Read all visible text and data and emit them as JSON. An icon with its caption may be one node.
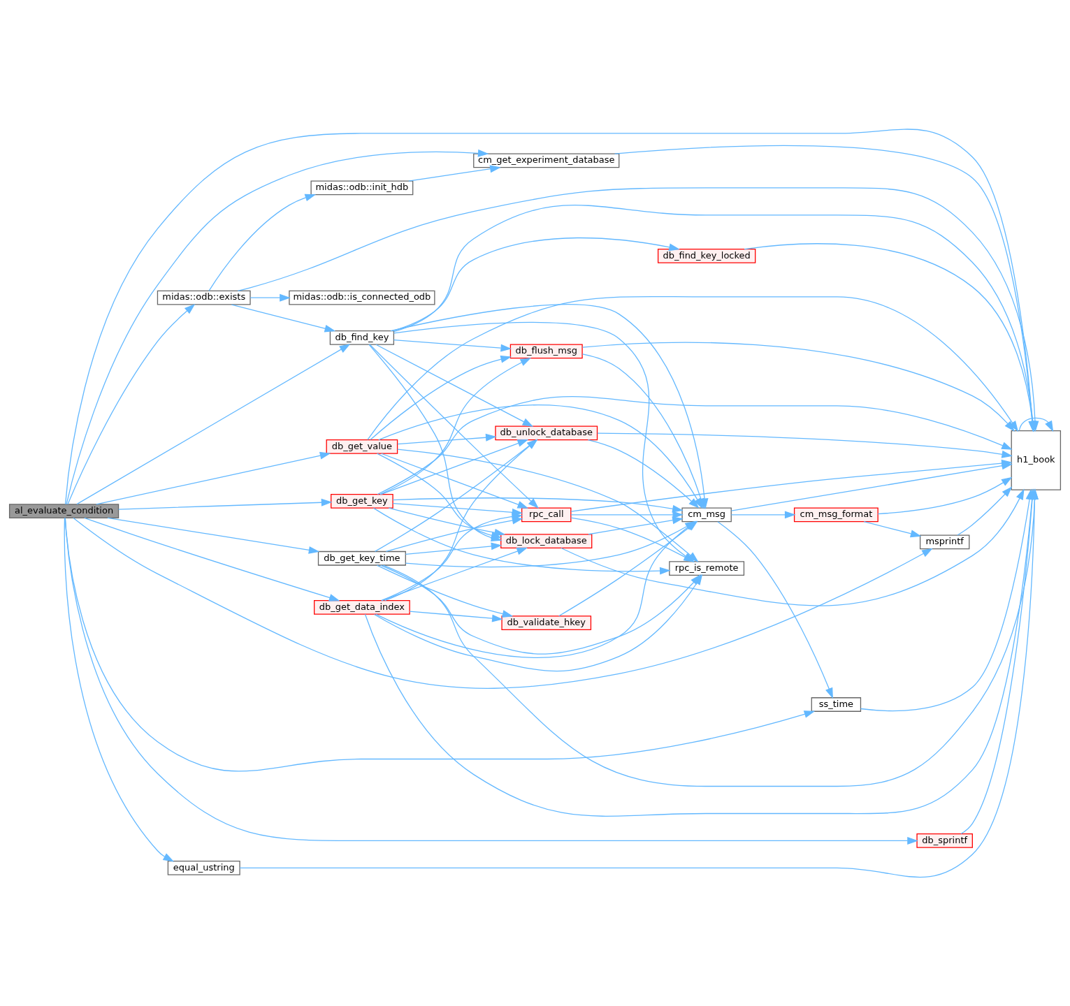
{
  "diagram": {
    "nodes": [
      {
        "text": [
          "al_evaluate_condition"
        ]
      },
      {
        "text": [
          "midas::odb::exists"
        ]
      },
      {
        "text": [
          "midas::odb::init_hdb"
        ]
      },
      {
        "text": [
          "midas::odb::is_connected_odb"
        ]
      },
      {
        "text": [
          "cm_get_experiment_database"
        ]
      },
      {
        "text": [
          "db_find_key"
        ]
      },
      {
        "text": [
          "db_find_key_locked"
        ]
      },
      {
        "text": [
          "db_get_key"
        ]
      },
      {
        "text": [
          "db_flush_msg"
        ]
      },
      {
        "text": [
          "rpc_is_remote"
        ]
      },
      {
        "text": [
          "db_get_value"
        ]
      },
      {
        "text": [
          "rpc_call"
        ]
      },
      {
        "text": [
          "db_unlock_database"
        ]
      },
      {
        "text": [
          "db_get_data_index"
        ]
      },
      {
        "text": [
          "db_lock_database"
        ]
      },
      {
        "text": [
          "cm_msg"
        ]
      },
      {
        "text": [
          "cm_msg_format"
        ]
      },
      {
        "text": [
          "msprintf"
        ]
      },
      {
        "text": [
          "ss_time"
        ]
      },
      {
        "text": [
          "db_get_key_time"
        ]
      },
      {
        "text": [
          "db_validate_hkey"
        ]
      },
      {
        "text": [
          "h1_book"
        ]
      },
      {
        "text": [
          "db_sprintf"
        ]
      },
      {
        "text": [
          "equal_ustring"
        ]
      }
    ],
    "edges": [
      {
        "from": 0,
        "to": 21,
        "arrow": "to"
      },
      {
        "from": 0,
        "to": 1,
        "arrow": "to"
      },
      {
        "from": 0,
        "to": 4,
        "arrow": "to"
      },
      {
        "from": 0,
        "to": 5,
        "arrow": "to"
      },
      {
        "from": 0,
        "to": 7,
        "arrow": "to"
      },
      {
        "from": 0,
        "to": 10,
        "arrow": "to"
      },
      {
        "from": 0,
        "to": 13,
        "arrow": "to"
      },
      {
        "from": 0,
        "to": 19,
        "arrow": "to"
      },
      {
        "from": 0,
        "to": 18,
        "arrow": "to"
      },
      {
        "from": 0,
        "to": 17,
        "arrow": "to"
      },
      {
        "from": 0,
        "to": 22,
        "arrow": "to"
      },
      {
        "from": 0,
        "to": 23,
        "arrow": "to"
      },
      {
        "from": 1,
        "to": 21,
        "arrow": "to"
      },
      {
        "from": 1,
        "to": 2,
        "arrow": "to"
      },
      {
        "from": 1,
        "to": 3,
        "arrow": "to"
      },
      {
        "from": 1,
        "to": 5,
        "arrow": "to"
      },
      {
        "from": 2,
        "to": 4,
        "arrow": "to"
      },
      {
        "from": 4,
        "to": 21,
        "arrow": "to"
      },
      {
        "from": 5,
        "to": 21,
        "arrow": "to"
      },
      {
        "from": 5,
        "to": 6,
        "arrow": "to"
      },
      {
        "from": 5,
        "to": 9,
        "arrow": "to"
      },
      {
        "from": 5,
        "to": 15,
        "arrow": "to"
      },
      {
        "from": 5,
        "to": 8,
        "arrow": "to"
      },
      {
        "from": 5,
        "to": 11,
        "arrow": "to"
      },
      {
        "from": 5,
        "to": 12,
        "arrow": "to"
      },
      {
        "from": 5,
        "to": 14,
        "arrow": "to"
      },
      {
        "from": 6,
        "to": 21,
        "arrow": "to"
      },
      {
        "from": 7,
        "to": 21,
        "arrow": "to"
      },
      {
        "from": 7,
        "to": 9,
        "arrow": "to"
      },
      {
        "from": 7,
        "to": 8,
        "arrow": "to"
      },
      {
        "from": 7,
        "to": 15,
        "arrow": "to"
      },
      {
        "from": 7,
        "to": 11,
        "arrow": "to"
      },
      {
        "from": 7,
        "to": 12,
        "arrow": "to"
      },
      {
        "from": 7,
        "to": 14,
        "arrow": "to"
      },
      {
        "from": 8,
        "to": 21,
        "arrow": "to"
      },
      {
        "from": 8,
        "to": 15,
        "arrow": "to"
      },
      {
        "from": 10,
        "to": 9,
        "arrow": "to"
      },
      {
        "from": 10,
        "to": 8,
        "arrow": "to"
      },
      {
        "from": 10,
        "to": 11,
        "arrow": "to"
      },
      {
        "from": 10,
        "to": 12,
        "arrow": "to"
      },
      {
        "from": 10,
        "to": 14,
        "arrow": "to"
      },
      {
        "from": 10,
        "to": 15,
        "arrow": "to"
      },
      {
        "from": 10,
        "to": 21,
        "arrow": "to"
      },
      {
        "from": 13,
        "to": 9,
        "arrow": "to"
      },
      {
        "from": 13,
        "to": 11,
        "arrow": "to"
      },
      {
        "from": 13,
        "to": 12,
        "arrow": "to"
      },
      {
        "from": 13,
        "to": 14,
        "arrow": "to"
      },
      {
        "from": 13,
        "to": 15,
        "arrow": "to"
      },
      {
        "from": 13,
        "to": 21,
        "arrow": "to"
      },
      {
        "from": 13,
        "to": 20,
        "arrow": "to"
      },
      {
        "from": 11,
        "to": 9,
        "arrow": "to"
      },
      {
        "from": 11,
        "to": 21,
        "arrow": "to"
      },
      {
        "from": 11,
        "to": 15,
        "arrow": "to"
      },
      {
        "from": 12,
        "to": 21,
        "arrow": "to"
      },
      {
        "from": 12,
        "to": 15,
        "arrow": "to"
      },
      {
        "from": 14,
        "to": 21,
        "arrow": "to"
      },
      {
        "from": 14,
        "to": 15,
        "arrow": "to"
      },
      {
        "from": 15,
        "to": 21,
        "arrow": "to"
      },
      {
        "from": 15,
        "to": 16,
        "arrow": "to"
      },
      {
        "from": 15,
        "to": 18,
        "arrow": "to"
      },
      {
        "from": 16,
        "to": 21,
        "arrow": "to"
      },
      {
        "from": 16,
        "to": 17,
        "arrow": "to"
      },
      {
        "from": 17,
        "to": 21,
        "arrow": "to"
      },
      {
        "from": 18,
        "to": 21,
        "arrow": "to"
      },
      {
        "from": 19,
        "to": 9,
        "arrow": "to"
      },
      {
        "from": 19,
        "to": 11,
        "arrow": "to"
      },
      {
        "from": 19,
        "to": 12,
        "arrow": "to"
      },
      {
        "from": 19,
        "to": 14,
        "arrow": "to"
      },
      {
        "from": 19,
        "to": 20,
        "arrow": "to"
      },
      {
        "from": 19,
        "to": 15,
        "arrow": "to"
      },
      {
        "from": 19,
        "to": 21,
        "arrow": "to"
      },
      {
        "from": 20,
        "to": 15,
        "arrow": "to"
      },
      {
        "from": 21,
        "to": 21,
        "arrow": "to"
      },
      {
        "from": 22,
        "to": 21,
        "arrow": "to"
      },
      {
        "from": 23,
        "to": 21,
        "arrow": "to"
      }
    ]
  }
}
